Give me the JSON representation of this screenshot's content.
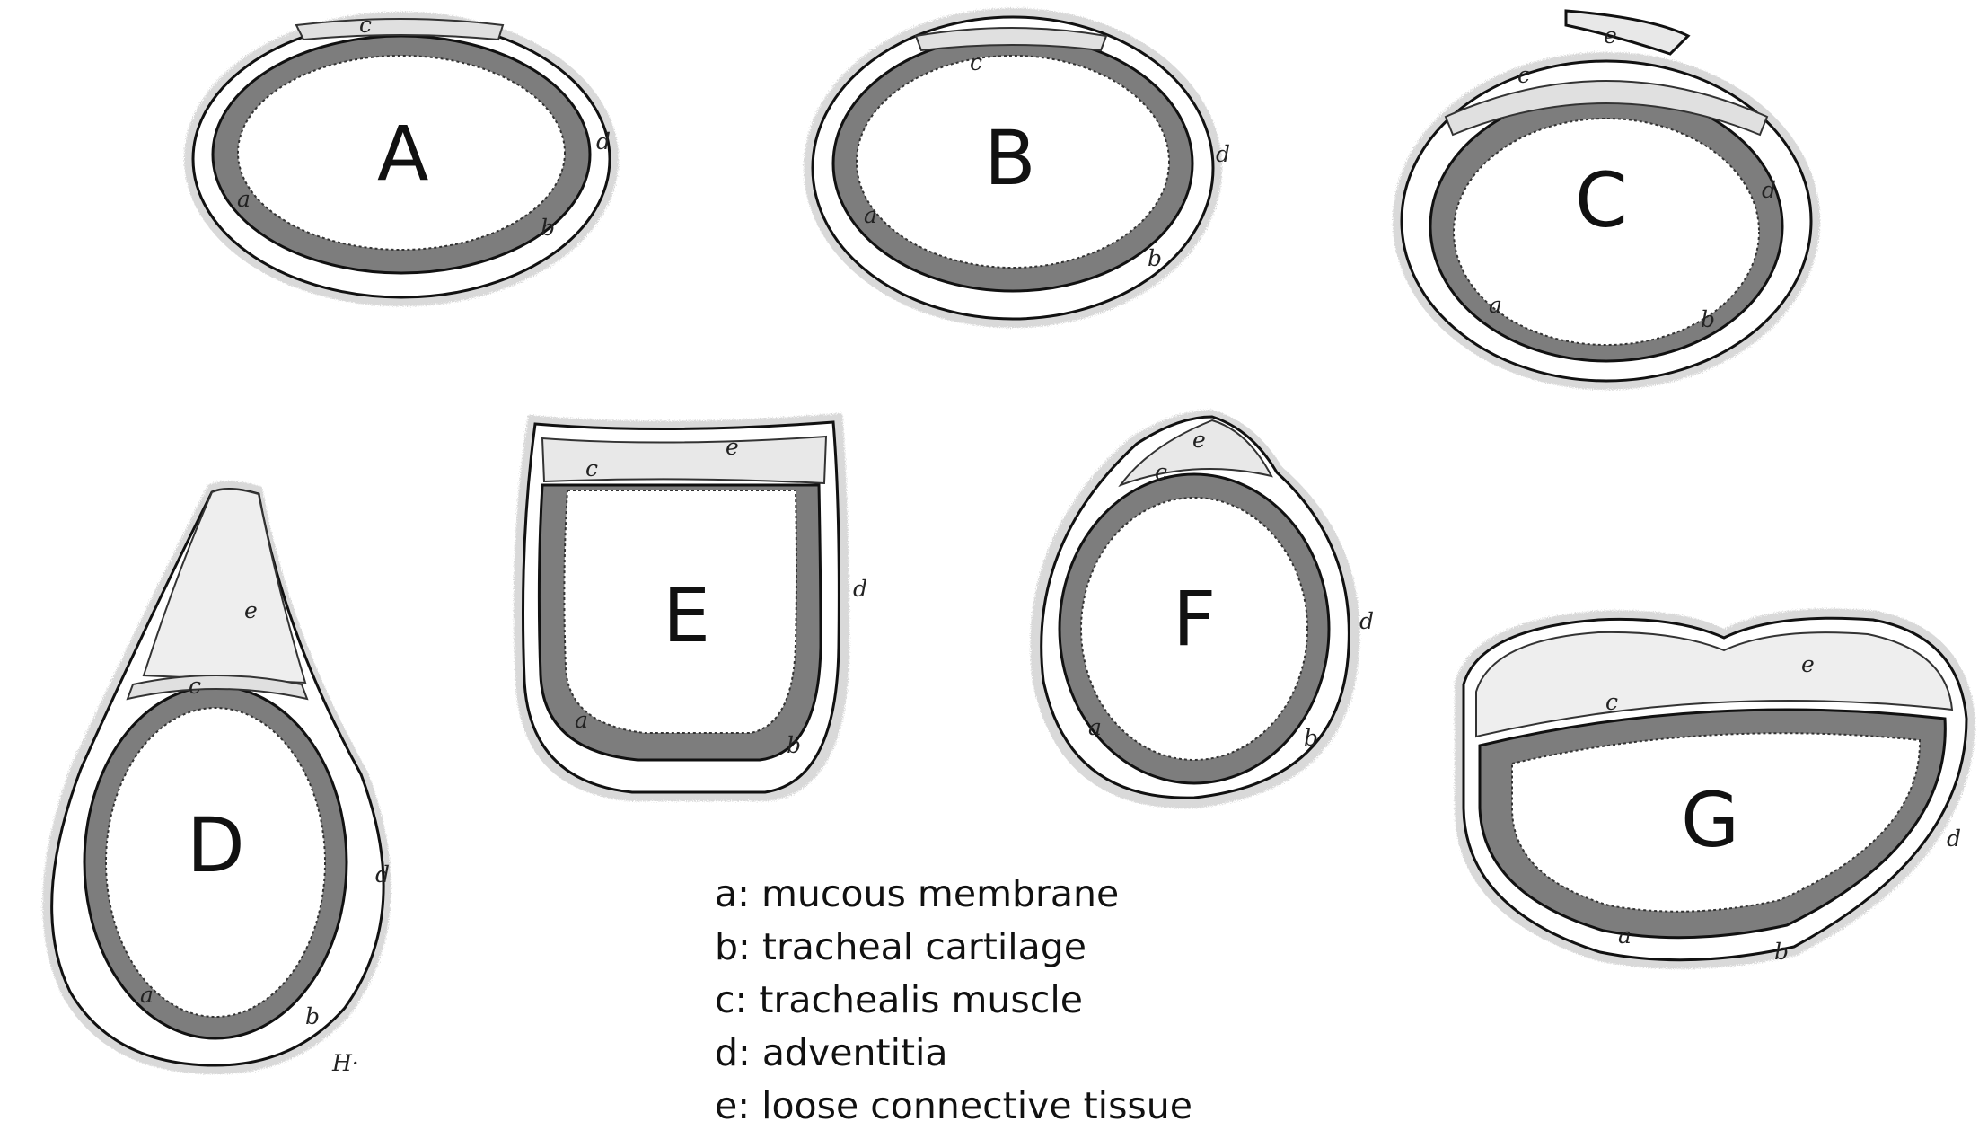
{
  "sections": [
    {
      "id": "A",
      "label": "A",
      "parts": {
        "a": "a",
        "b": "b",
        "c": "c",
        "d": "d"
      }
    },
    {
      "id": "B",
      "label": "B",
      "parts": {
        "a": "a",
        "b": "b",
        "c": "c",
        "d": "d"
      }
    },
    {
      "id": "C",
      "label": "C",
      "parts": {
        "a": "a",
        "b": "b",
        "c": "c",
        "d": "d",
        "e": "e"
      }
    },
    {
      "id": "D",
      "label": "D",
      "parts": {
        "a": "a",
        "b": "b",
        "c": "c",
        "d": "d",
        "e": "e"
      },
      "signature": "H·"
    },
    {
      "id": "E",
      "label": "E",
      "parts": {
        "a": "a",
        "b": "b",
        "c": "c",
        "d": "d",
        "e": "e"
      }
    },
    {
      "id": "F",
      "label": "F",
      "parts": {
        "a": "a",
        "b": "b",
        "c": "c",
        "d": "d",
        "e": "e"
      }
    },
    {
      "id": "G",
      "label": "G",
      "parts": {
        "a": "a",
        "b": "b",
        "c": "c",
        "d": "d",
        "e": "e"
      }
    }
  ],
  "legend": [
    "a: mucous membrane",
    "b: tracheal cartilage",
    "c: trachealis muscle",
    "d: adventitia",
    "e: loose connective tissue"
  ],
  "colors": {
    "outline": "#111111",
    "mucosa": "#8a8a8a",
    "cartilage": "#ffffff",
    "adventitia": "#cfcfcf",
    "connective": "#e8e8e8"
  }
}
